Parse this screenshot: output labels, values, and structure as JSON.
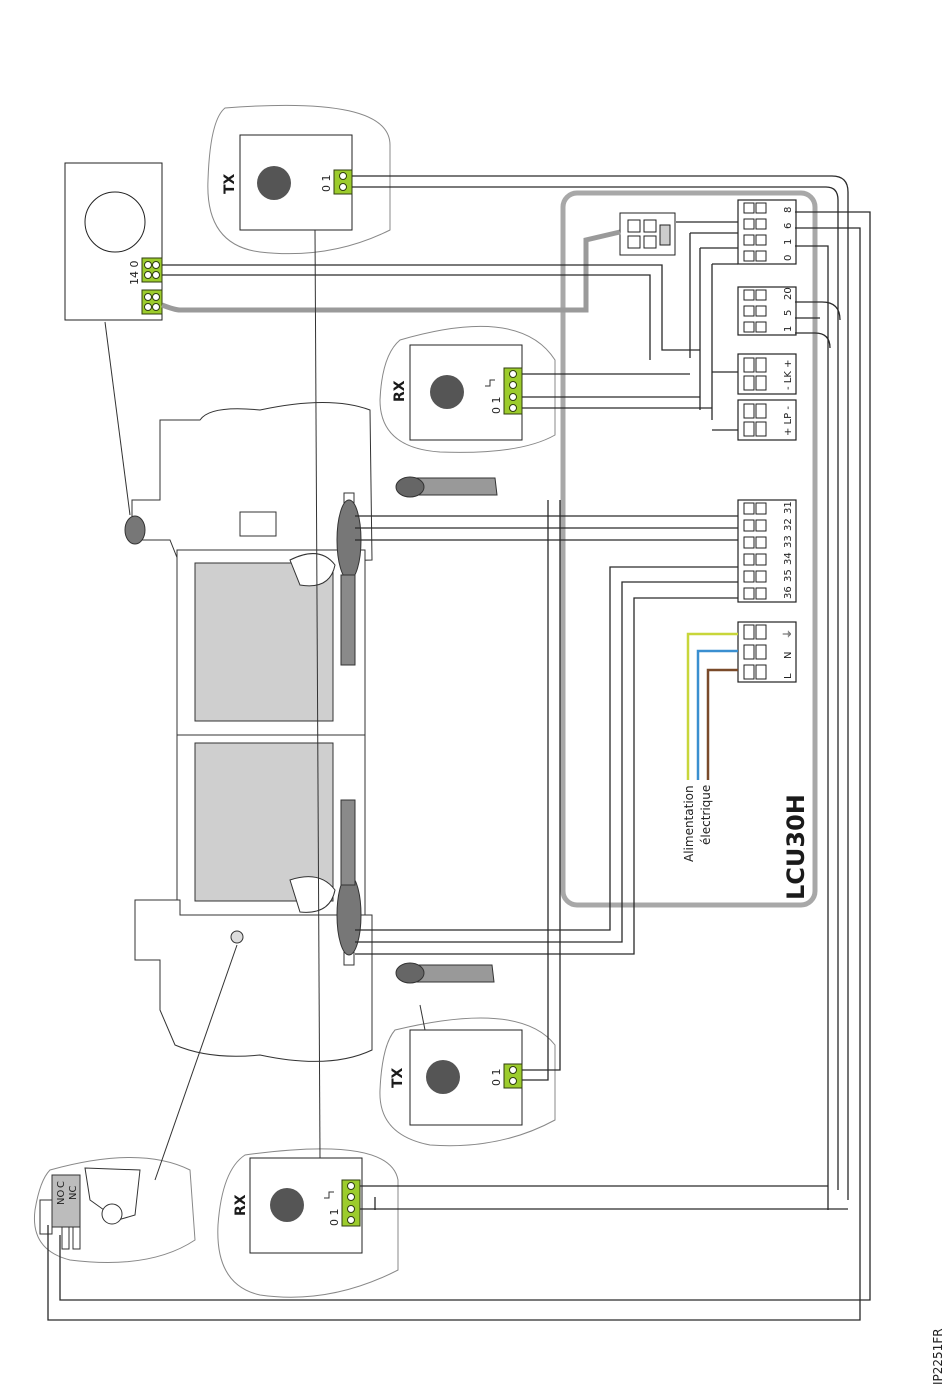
{
  "controller": {
    "name": "LCU30H"
  },
  "terminal_blocks": {
    "top": [
      "0",
      "1",
      "6",
      "8"
    ],
    "middle": [
      "1",
      "5",
      "20"
    ],
    "lk": "- LK +",
    "lp": "+ LP -",
    "motors": [
      "36",
      "35",
      "34",
      "33",
      "32",
      "31"
    ],
    "power": [
      "L",
      "N",
      "⏚"
    ]
  },
  "power_supply": {
    "line1": "Alimentation",
    "line2": "électrique"
  },
  "devices": {
    "tx_top": {
      "label": "TX",
      "terminals": "0 1"
    },
    "rx_top": {
      "label": "RX",
      "terminals": "0 1"
    },
    "tx_bottom": {
      "label": "TX",
      "terminals": "0 1"
    },
    "rx_bottom": {
      "label": "RX",
      "terminals": "0 1"
    },
    "key_switch": {
      "terminals": "14 0"
    },
    "micro_switch": {
      "labels": [
        "NO",
        "C",
        "NC"
      ]
    }
  },
  "wire_colors": {
    "earth": "#c8d63a",
    "neutral": "#3a8fd0",
    "live": "#7a4a2a",
    "antenna": "#9a9a9a"
  },
  "footer": {
    "ref": "IP2251FR"
  }
}
